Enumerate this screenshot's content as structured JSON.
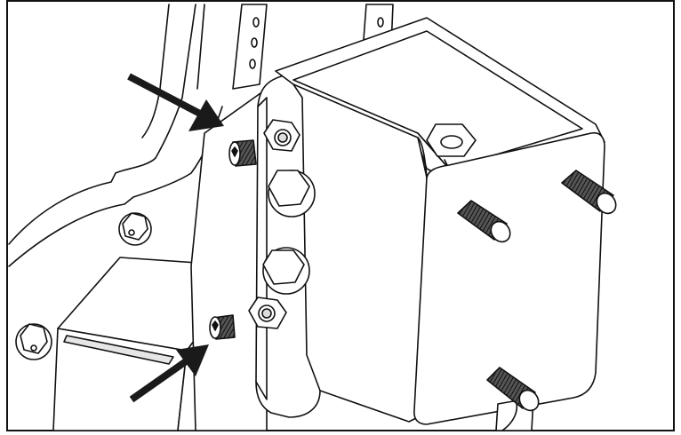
{
  "figure": {
    "kind": "technical line illustration",
    "colors": {
      "stroke": "#111111",
      "fill": "#ffffff",
      "arrow": "#1a1a1a",
      "shade": "#e6e6e6",
      "thread": "#333333"
    }
  },
  "callouts": [
    {
      "name": "arrow-upper-set-screw",
      "target": "set-screw-upper"
    },
    {
      "name": "arrow-lower-set-screw",
      "target": "set-screw-lower"
    }
  ],
  "icons": [
    "hex-nut-icon",
    "hex-bolt-icon",
    "set-screw-icon",
    "threaded-stud-icon",
    "arrow-icon"
  ]
}
